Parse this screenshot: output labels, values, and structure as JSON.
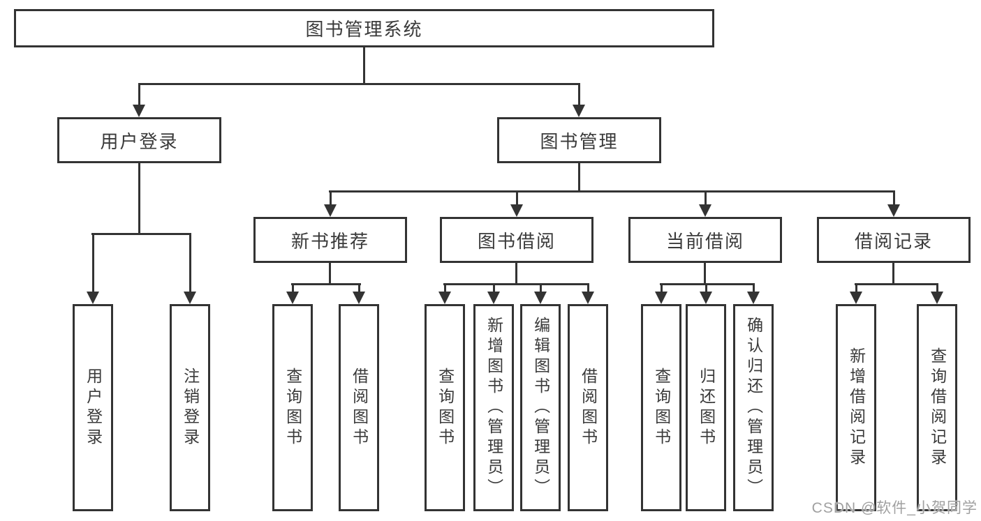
{
  "diagram": {
    "root": {
      "label": "图书管理系统"
    },
    "level2": [
      {
        "label": "用户登录"
      },
      {
        "label": "图书管理"
      }
    ],
    "level3": [
      {
        "label": "新书推荐"
      },
      {
        "label": "图书借阅"
      },
      {
        "label": "当前借阅"
      },
      {
        "label": "借阅记录"
      }
    ],
    "leaves": {
      "user": [
        "用户登录",
        "注销登录"
      ],
      "recommend": [
        "查询图书",
        "借阅图书"
      ],
      "borrow": [
        "查询图书",
        "新增图书（管理员）",
        "编辑图书（管理员）",
        "借阅图书"
      ],
      "current": [
        "查询图书",
        "归还图书",
        "确认归还（管理员）"
      ],
      "records": [
        "新增借阅记录",
        "查询借阅记录"
      ]
    }
  },
  "watermark": {
    "text": "CSDN @软件_小贺同学"
  },
  "colors": {
    "line": "#333333",
    "text": "#3a3a3a",
    "background": "#ffffff",
    "watermark": "#9b9b9b"
  }
}
